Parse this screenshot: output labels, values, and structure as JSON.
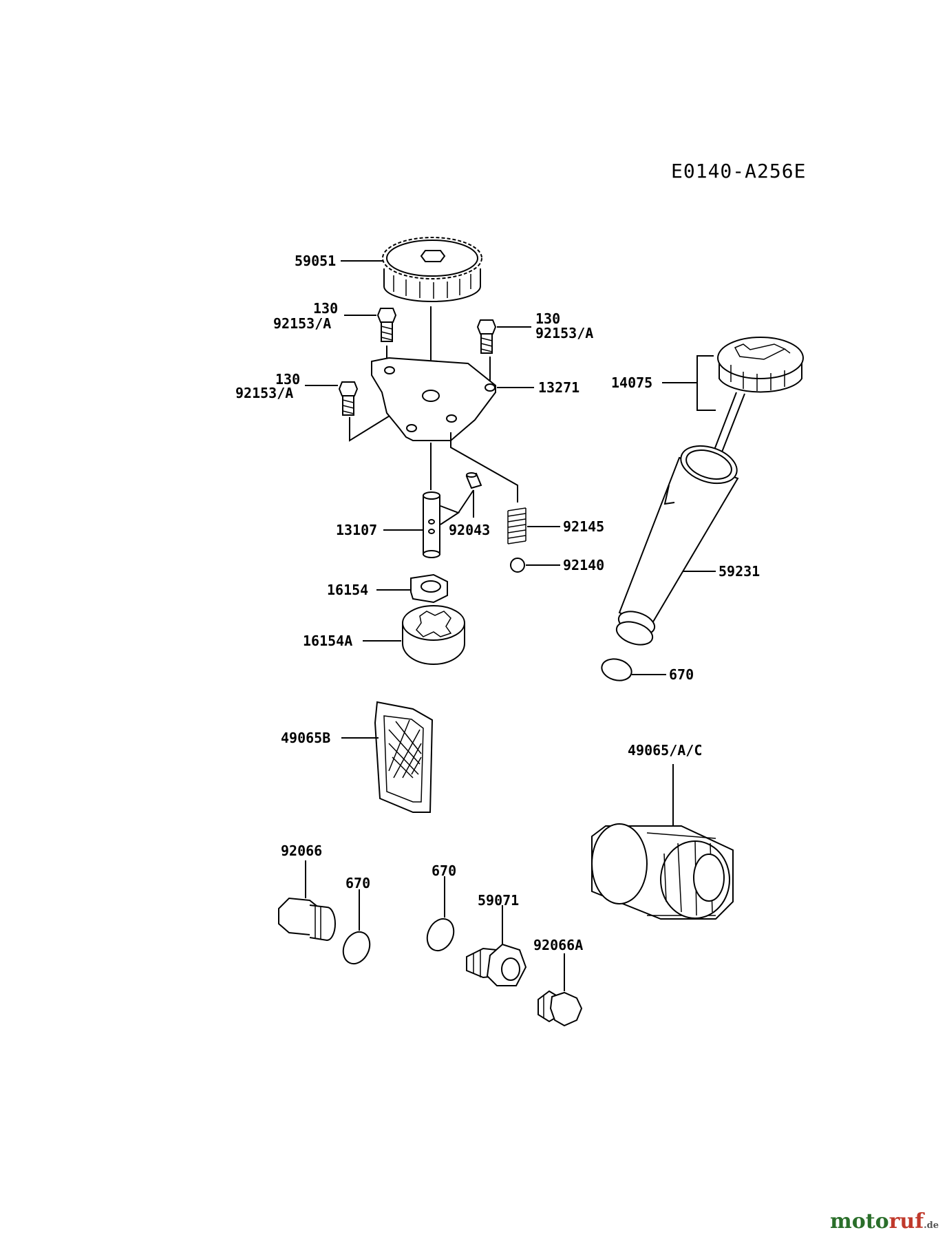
{
  "diagram_code": "E0140-A256E",
  "labels": {
    "p59051": "59051",
    "p130_a": "130",
    "p92153_a": "92153/A",
    "p130_b": "130",
    "p92153_b": "92153/A",
    "p130_c": "130",
    "p92153_c": "92153/A",
    "p13271": "13271",
    "p14075": "14075",
    "p13107": "13107",
    "p92043": "92043",
    "p92145": "92145",
    "p92140": "92140",
    "p59231": "59231",
    "p16154": "16154",
    "p16154A": "16154A",
    "p670_a": "670",
    "p49065B": "49065B",
    "p49065AC": "49065/A/C",
    "p92066": "92066",
    "p670_b": "670",
    "p670_c": "670",
    "p59071": "59071",
    "p92066A": "92066A"
  },
  "watermark": {
    "part1": "moto",
    "part2": "ruf",
    "suffix": ".de"
  }
}
